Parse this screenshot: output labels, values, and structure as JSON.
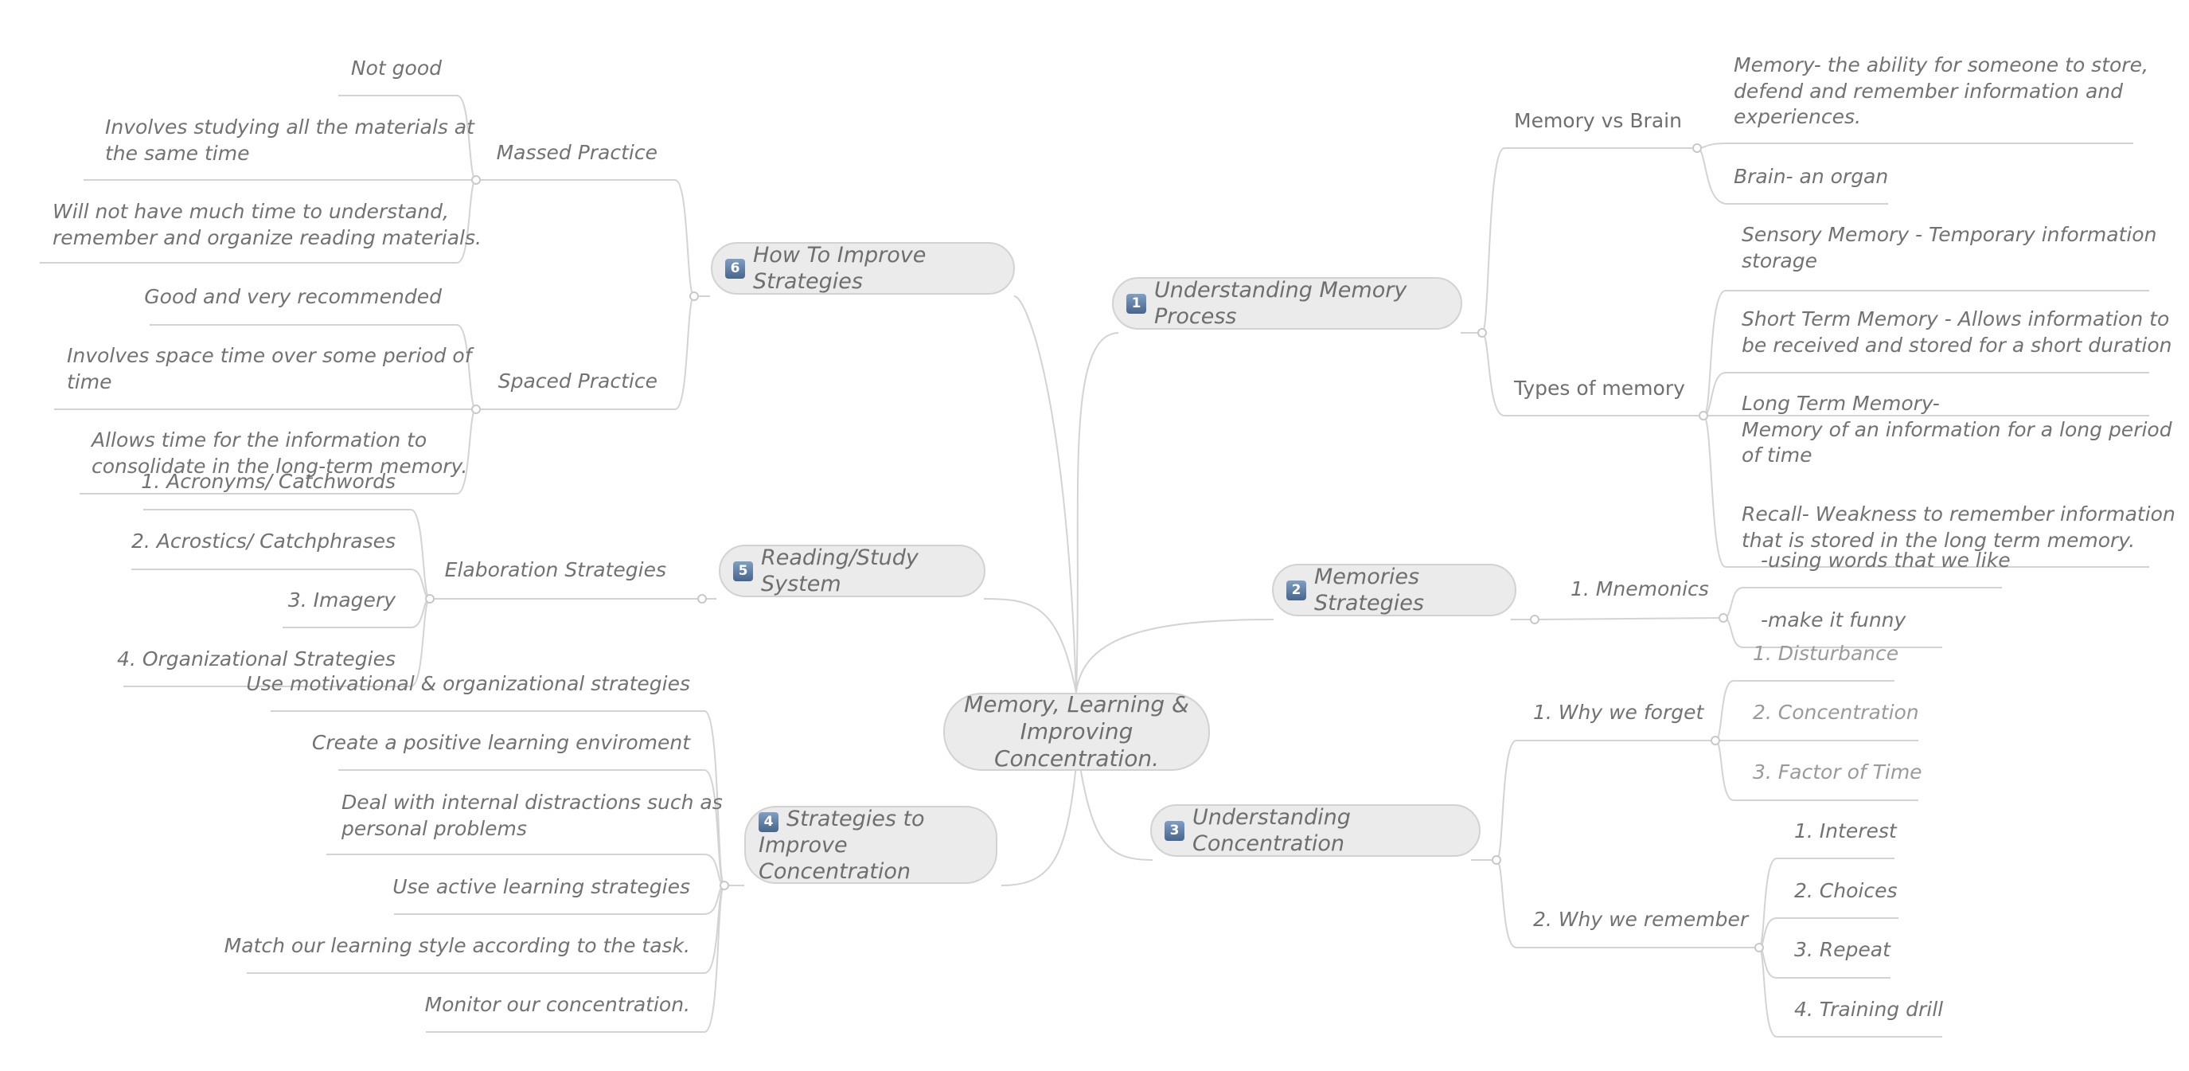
{
  "center": {
    "title_line1": "Memory, Learning &",
    "title_line2": "Improving Concentration."
  },
  "topics": {
    "t1": {
      "num": "1",
      "label": "Understanding Memory Process"
    },
    "t2": {
      "num": "2",
      "label": "Memories Strategies"
    },
    "t3": {
      "num": "3",
      "label": "Understanding Concentration"
    },
    "t4": {
      "num": "4",
      "label_line1": "Strategies to Improve",
      "label_line2": "Concentration"
    },
    "t5": {
      "num": "5",
      "label": "Reading/Study System"
    },
    "t6": {
      "num": "6",
      "label": "How To Improve Strategies"
    }
  },
  "understanding_memory": {
    "memory_vs_brain": {
      "label": "Memory vs Brain",
      "memory_def": [
        "Memory- the ability for someone to store,",
        "defend and remember information and",
        "experiences."
      ],
      "brain_def": "Brain- an organ"
    },
    "types_of_memory": {
      "label": "Types of memory",
      "sensory": [
        "Sensory Memory - Temporary information",
        "storage"
      ],
      "short_term": [
        "Short Term Memory - Allows information to",
        "be received and stored for a short duration"
      ],
      "long_term": [
        "Long Term Memory-",
        "Memory of an information for a long period",
        "of time"
      ],
      "recall": [
        "Recall- Weakness to remember information",
        "that is stored in the long term memory."
      ]
    }
  },
  "memories_strategies": {
    "mnemonics": {
      "label": "1. Mnemonics",
      "items": [
        "-using words that we like",
        "-make it funny"
      ]
    }
  },
  "understanding_concentration": {
    "why_forget": {
      "label": "1. Why we forget",
      "items": [
        "1. Disturbance",
        "2. Concentration",
        "3. Factor of Time"
      ]
    },
    "why_remember": {
      "label": "2. Why we remember",
      "items": [
        "1. Interest",
        "2. Choices",
        "3. Repeat",
        "4. Training drill"
      ]
    }
  },
  "strategies_concentration": {
    "items": [
      "Use motivational & organizational strategies",
      "Create a positive learning enviroment",
      [
        "Deal with internal distractions such as",
        "personal problems"
      ],
      "Use active learning strategies",
      "Match our learning style according to the task.",
      "Monitor our concentration."
    ]
  },
  "reading_system": {
    "elaboration": {
      "label": "Elaboration Strategies",
      "items": [
        "1. Acronyms/ Catchwords",
        "2. Acrostics/ Catchphrases",
        "3. Imagery",
        "4. Organizational Strategies"
      ]
    }
  },
  "how_to_improve": {
    "massed": {
      "label": "Massed Practice",
      "items": [
        "Not good",
        [
          "Involves studying all the materials at",
          "the same time"
        ],
        [
          "Will not have much time to understand,",
          "remember and organize reading materials."
        ]
      ]
    },
    "spaced": {
      "label": "Spaced Practice",
      "items": [
        "Good and very recommended",
        [
          "Involves space time over some period of",
          "time"
        ],
        [
          "Allows time for the information to",
          "consolidate in the long-term memory."
        ]
      ]
    }
  }
}
